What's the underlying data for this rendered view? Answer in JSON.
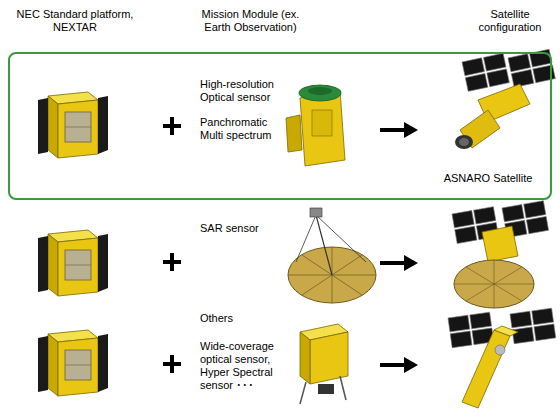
{
  "diagram": {
    "nodes": [
      {
        "text": [
          "High-resolution Optical sensor",
          "Panchromatic Multi spectrum",
          "ASNARO Satellite"
        ]
      }
    ],
    "labels": [
      "NEC Standard platform, NEXTAR",
      "Mission Module (ex. Earth Observation)",
      "Satellite configuration",
      "SAR sensor",
      "Others",
      "Wide-coverage optical sensor, Hyper Spectral sensor ･･･"
    ]
  }
}
